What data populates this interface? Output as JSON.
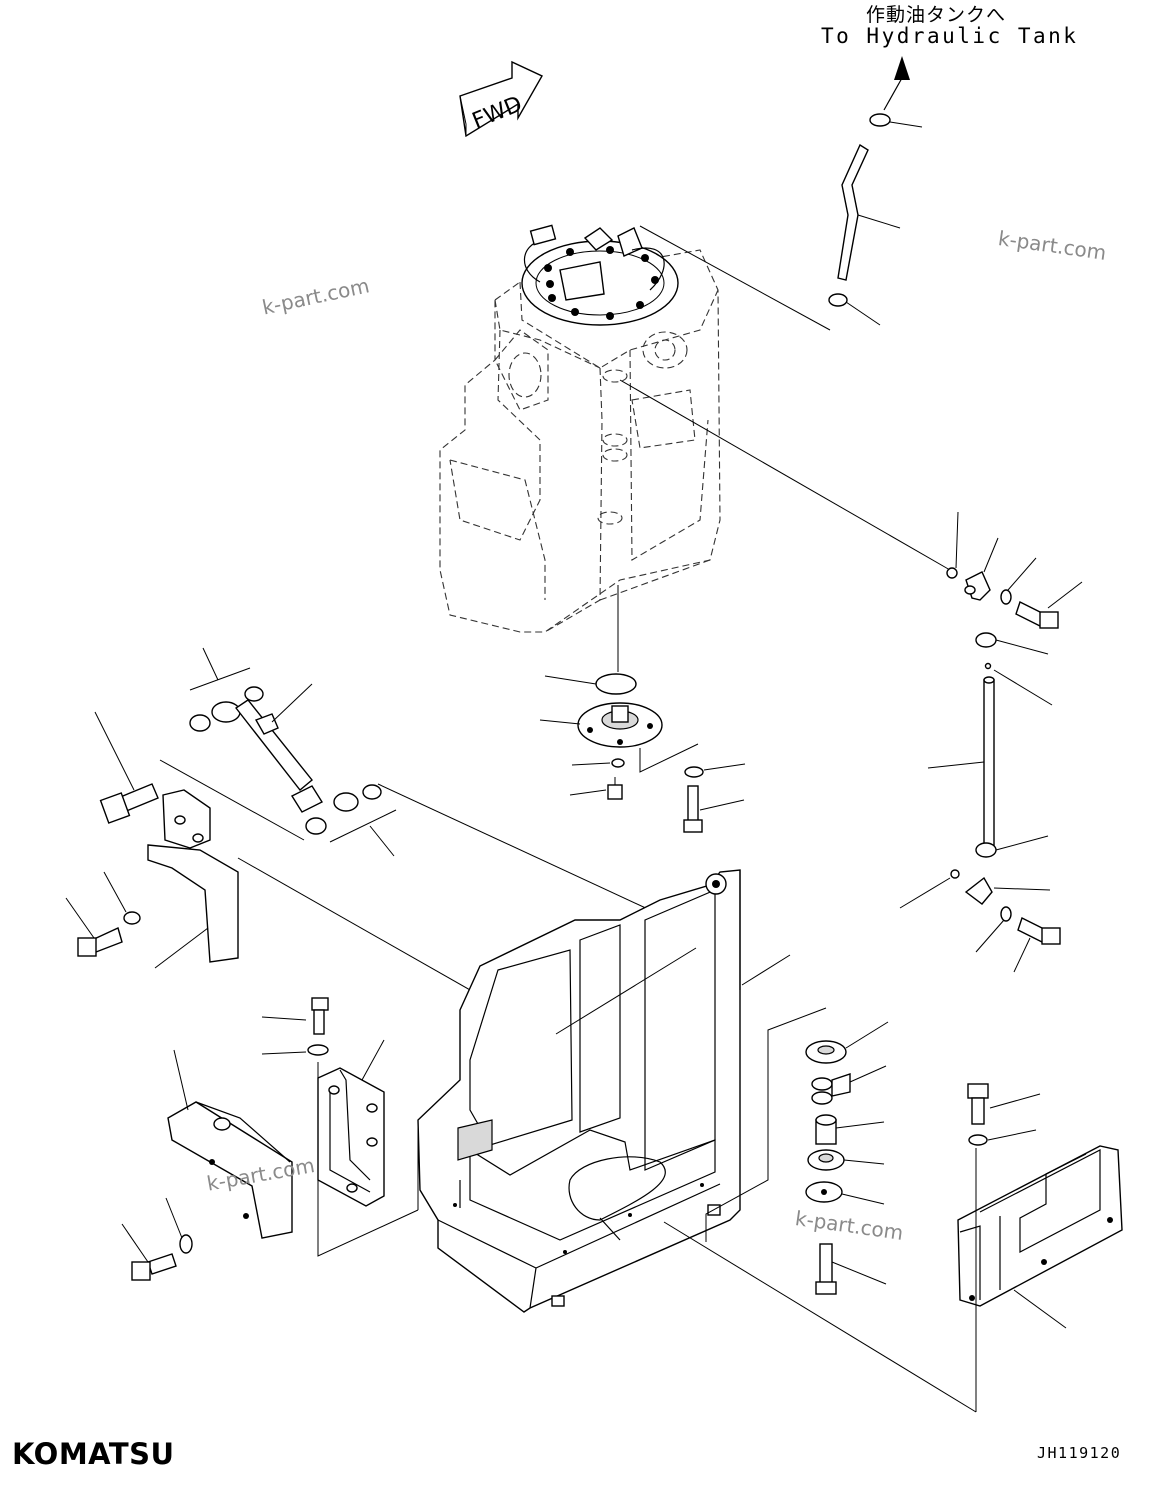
{
  "diagram": {
    "note_jp": "作動油タンクへ",
    "note_en": "To Hydraulic Tank",
    "fwd_label": "FWD",
    "figure_number": "JH119120",
    "brand": "KOMATSU",
    "watermark": "k-part.com",
    "icons": [
      "fwd-arrow-icon",
      "direction-arrow-icon"
    ]
  }
}
